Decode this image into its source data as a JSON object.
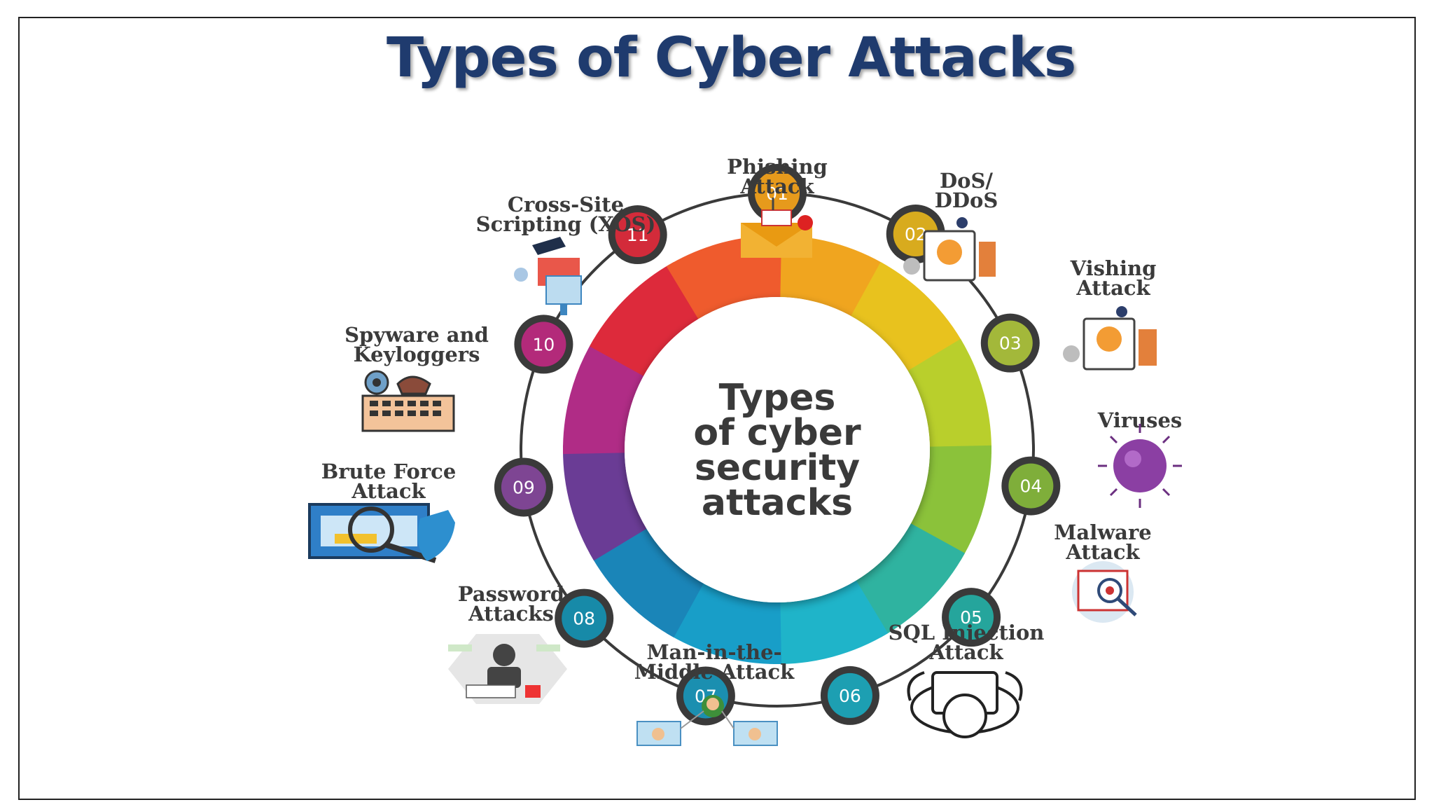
{
  "title": "Types of Cyber Attacks",
  "center": {
    "lines": [
      "Types",
      "of cyber",
      "security",
      "attacks"
    ]
  },
  "items": [
    {
      "number": "01",
      "lines": [
        "Phishing",
        "Attack"
      ],
      "color": "#e69a1c"
    },
    {
      "number": "02",
      "lines": [
        "DoS/",
        "DDoS"
      ],
      "color": "#d8ab1e"
    },
    {
      "number": "03",
      "lines": [
        "Vishing",
        "Attack"
      ],
      "color": "#a3b83a"
    },
    {
      "number": "04",
      "lines": [
        "Viruses"
      ],
      "color": "#7fae3a"
    },
    {
      "number": "05",
      "lines": [
        "Malware",
        "Attack"
      ],
      "color": "#25a59c"
    },
    {
      "number": "06",
      "lines": [
        "SQL Injection",
        "Attack"
      ],
      "color": "#1d9fb2"
    },
    {
      "number": "07",
      "lines": [
        "Man-in-the-",
        "Middle Attack"
      ],
      "color": "#1b8fb0"
    },
    {
      "number": "08",
      "lines": [
        "Password",
        "Attacks"
      ],
      "color": "#178aa8"
    },
    {
      "number": "09",
      "lines": [
        "Brute Force",
        "Attack"
      ],
      "color": "#7e4593"
    },
    {
      "number": "10",
      "lines": [
        "Spyware and",
        "Keyloggers"
      ],
      "color": "#b32a7a"
    },
    {
      "number": "11",
      "lines": [
        "Cross-Site",
        "Scripting (XOS)"
      ],
      "color": "#d32b3a"
    }
  ]
}
